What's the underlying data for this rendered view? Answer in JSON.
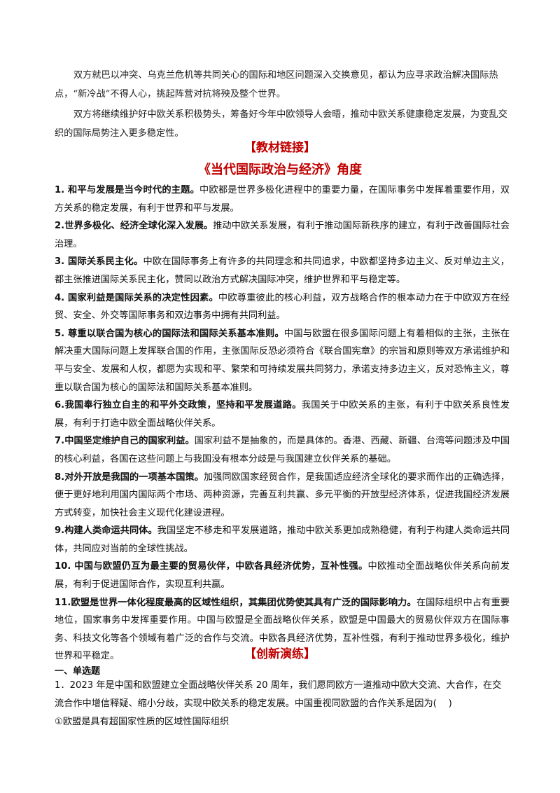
{
  "intro": {
    "paragraphs": [
      "双方就巴以冲突、乌克兰危机等共同关心的国际和地区问题深入交换意见，都认为应寻求政治解决国际热点，“新冷战”不得人心，挑起阵营对抗将殃及整个世界。",
      "双方将继续维护好中欧关系积极势头，筹备好今年中欧领导人会晤，推动中欧关系健康稳定发展，为变乱交织的国际局势注入更多稳定性。"
    ]
  },
  "section_link": {
    "title": "【教材链接】"
  },
  "section_angle": {
    "title": "《当代国际政治与经济》角度"
  },
  "points": [
    {
      "lead": "1. 和平与发展是当今时代的主题。",
      "text": "中欧都是世界多极化进程中的重要力量，在国际事务中发挥着重要作用，双方关系的稳定发展，有利于世界和平与发展。"
    },
    {
      "lead": "2.世界多极化、经济全球化深入发展。",
      "text": "推动中欧关系发展，有利于推动国际新秩序的建立，有利于改善国际社会治理。"
    },
    {
      "lead": "3. 国际关系民主化。",
      "text": "中欧在国际事务上有许多的共同理念和共同追求，中欧都坚持多边主义、反对单边主义，都主张推进国际关系民主化，赞同以政治方式解决国际冲突，维护世界和平与稳定等。"
    },
    {
      "lead": "4. 国家利益是国际关系的决定性因素。",
      "text": "中欧尊重彼此的核心利益，双方战略合作的根本动力在于中欧双方在经贸、安全、外交等国际事务和双边事务中拥有共同利益。"
    },
    {
      "lead": "5. 尊重以联合国为核心的国际法和国际关系基本准则。",
      "text": "中国与欧盟在很多国际问题上有着相似的主张，主张在解决重大国际问题上发挥联合国的作用，主张国际反恐必须符合《联合国宪章》的宗旨和原则等双方承诺维护和平与安全、发展和人权，都愿为实现和平、繁荣和可持续发展共同努力，承诺支持多边主义，反对恐怖主义，尊重以联合国为核心的国际法和国际关系基本准则。"
    },
    {
      "lead": "6.我国奉行独立自主的和平外交政策，坚持和平发展道路。",
      "text": "我国关于中欧关系的主张，有利于中欧关系良性发展，有利于打造中欧全面战略伙伴关系。"
    },
    {
      "lead": "7.中国坚定维护自己的国家利益。",
      "text": "国家利益不是抽象的，而是具体的。香港、西藏、新疆、台湾等问题涉及中国的核心利益，各国在这些问题上与我国没有根本分歧是与我国建立伙伴关系的基础。"
    },
    {
      "lead": "8.对外开放是我国的一项基本国策。",
      "text": "加强同欧国家经贸合作，是我国适应经济全球化的要求而作出的正确选择，便于更好地利用国内国际两个市场、两种资源，完善互利共赢、多元平衡的开放型经济体系，促进我国经济发展方式转变，加快社会主义现代化建设进程。"
    },
    {
      "lead": "9.构建人类命运共同体。",
      "text": "我国坚定不移走和平发展道路，推动中欧关系更加成熟稳健，有利于构建人类命运共同体，共同应对当前的全球性挑战。"
    },
    {
      "lead": "10. 中国与欧盟仍互为最主要的贸易伙伴，中欧各具经济优势，互补性强。",
      "text": "中欧推动全面战略伙伴关系向前发展，有利于促进国际合作，实现互利共赢。"
    },
    {
      "lead": "11.欧盟是世界一体化程度最高的区域性组织，其集团优势使其具有广泛的国际影响力。",
      "text": "在国际组织中占有重要地位，国家事务中发挥重要作用。中国与欧盟是全面战略伙伴关系，欧盟是中国最大的贸易伙伴双方在国际事务、科技文化等各个领域有着广泛的合作与交流。中欧各具经济优势，互补性强，有利于推动世界多极化，维护世界和平稳定。"
    }
  ],
  "section_practice": {
    "title": "【创新演练】"
  },
  "exercise": {
    "section_label": "一、单选题",
    "question": "1．2023 年是中国和欧盟建立全面战略伙伴关系 20 周年，我们愿同欧方一道推动中欧大交流、大合作，在交流合作中增信释疑、缩小分歧，实现中欧关系的稳定发展。中国重视同欧盟的合作关系是因为(    )",
    "option_1": "①欧盟是具有超国家性质的区域性国际组织"
  }
}
